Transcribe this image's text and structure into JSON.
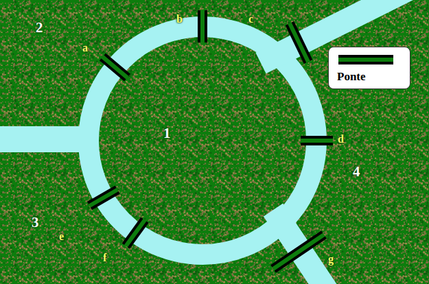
{
  "diagram": {
    "labels": [
      "2",
      "a",
      "b",
      "c",
      "1",
      "d",
      "4",
      "3",
      "e",
      "f",
      "g"
    ],
    "legend": [
      {
        "text": "Ponte"
      }
    ]
  }
}
